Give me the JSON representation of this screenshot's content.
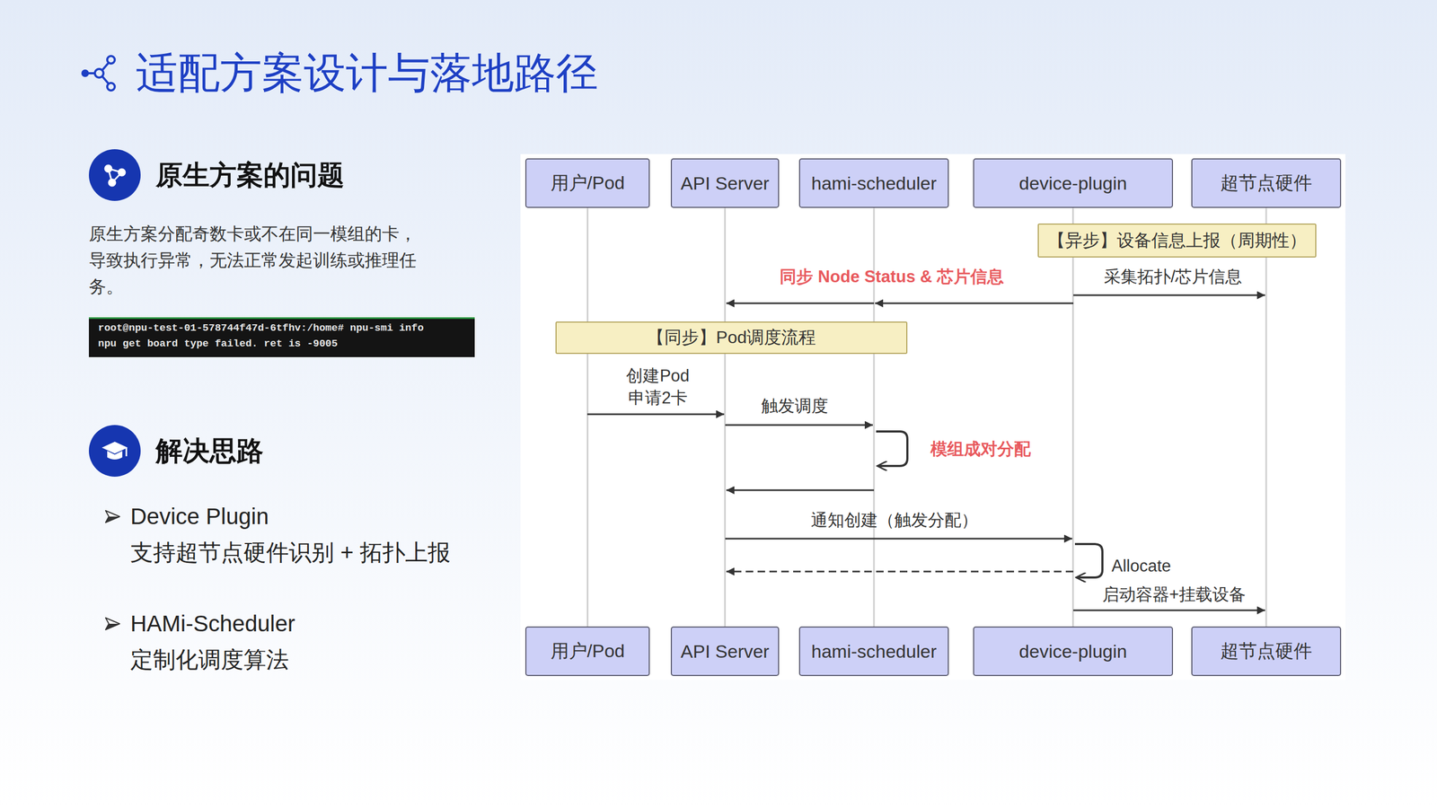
{
  "diagram": {
    "title": "适配方案设计与落地路径",
    "nodes": [
      {
        "text": [
          "root@npu-test-01-578744f47d-6tfhv:/home# npu-smi info",
          "npu get board type failed. ret is -9005"
        ]
      },
      {
        "text": [
          "用户/Pod"
        ]
      },
      {
        "text": [
          "API Server"
        ]
      },
      {
        "text": [
          "hami-scheduler"
        ]
      },
      {
        "text": [
          "device-plugin"
        ]
      },
      {
        "text": [
          "超节点硬件"
        ]
      },
      {
        "text": [
          "【异步】设备信息上报（周期性）"
        ]
      },
      {
        "text": [
          "【同步】Pod调度流程"
        ]
      },
      {
        "text": [
          "用户/Pod"
        ]
      },
      {
        "text": [
          "API Server"
        ]
      },
      {
        "text": [
          "hami-scheduler"
        ]
      },
      {
        "text": [
          "device-plugin"
        ]
      },
      {
        "text": [
          "超节点硬件"
        ]
      }
    ],
    "edges": [
      {
        "from": 1,
        "to": 8,
        "arrow": "none"
      },
      {
        "from": 2,
        "to": 9,
        "arrow": "none"
      },
      {
        "from": 3,
        "to": 10,
        "arrow": "none"
      },
      {
        "from": 4,
        "to": 11,
        "arrow": "none"
      },
      {
        "from": 5,
        "to": 12,
        "arrow": "none"
      }
    ],
    "labels": [
      "原生方案的问题",
      "原生方案分配奇数卡或不在同一模组的卡，导致执行异常，无法正常发起训练或推理任务。",
      "解决思路",
      "Device Plugin",
      "支持超节点硬件识别 + 拓扑上报",
      "HAMi-Scheduler",
      "定制化调度算法",
      "同步 Node Status & 芯片信息",
      "采集拓扑/芯片信息",
      "创建Pod 申请2卡",
      "触发调度",
      "模组成对分配",
      "通知创建（触发分配）",
      "Allocate",
      "启动容器+挂载设备"
    ]
  }
}
